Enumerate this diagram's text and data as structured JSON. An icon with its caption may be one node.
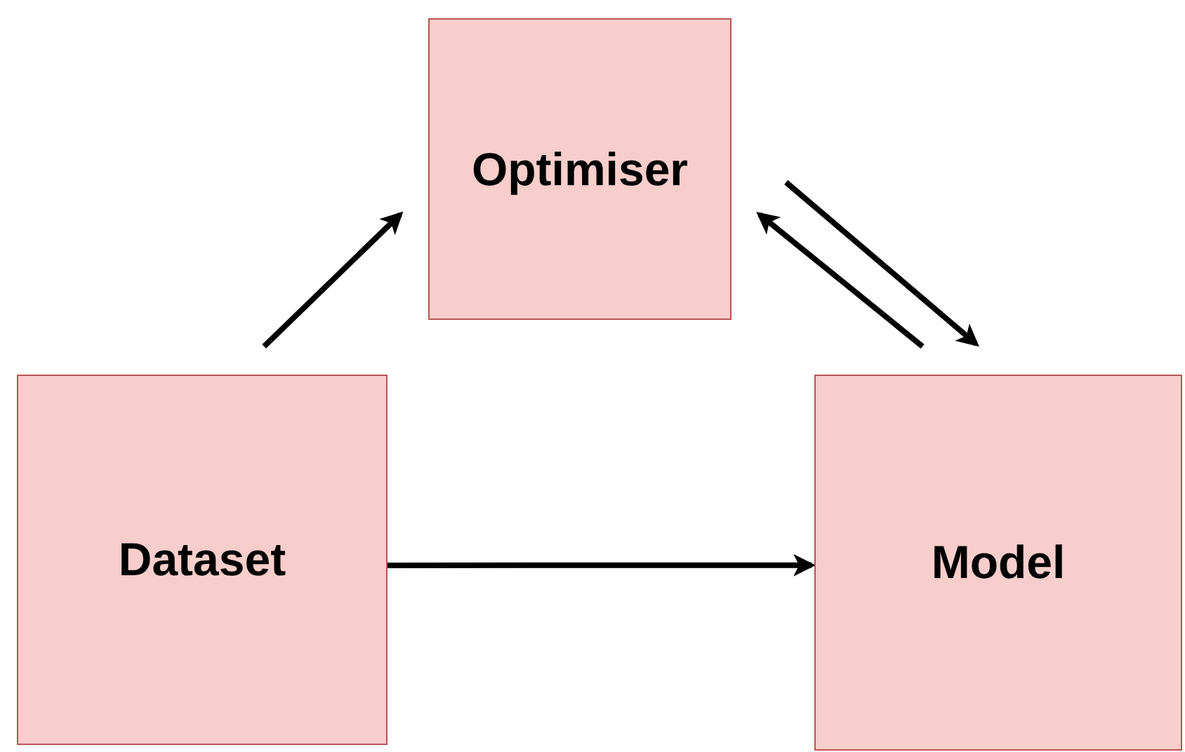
{
  "diagram": {
    "nodes": [
      {
        "text": [
          "Optimiser"
        ]
      },
      {
        "text": [
          "Dataset"
        ]
      },
      {
        "text": [
          "Model"
        ]
      }
    ],
    "edges": [
      {
        "from": 1,
        "to": 0,
        "arrow": "to"
      },
      {
        "from": 0,
        "to": 2,
        "arrow": "to"
      },
      {
        "from": 2,
        "to": 0,
        "arrow": "to"
      },
      {
        "from": 1,
        "to": 2,
        "arrow": "to"
      }
    ]
  }
}
